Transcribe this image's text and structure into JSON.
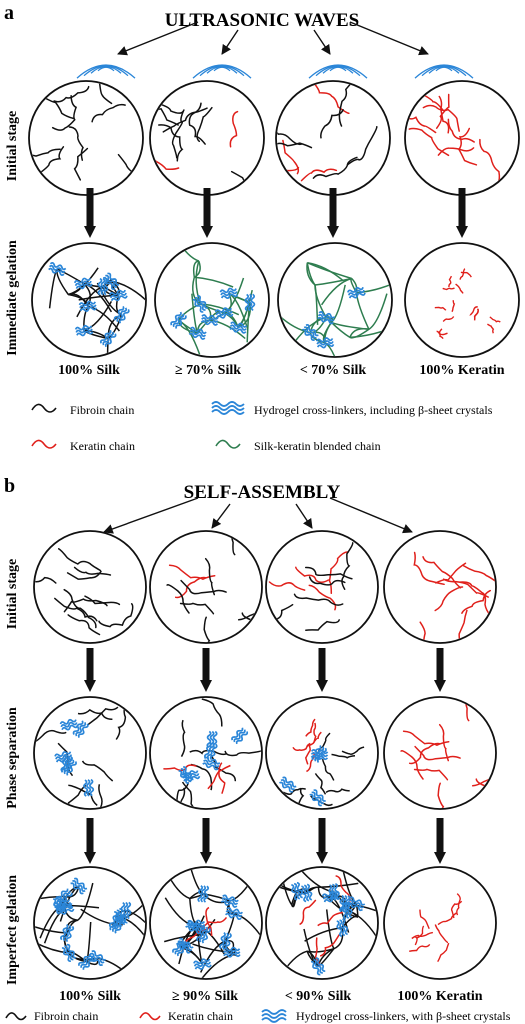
{
  "panel_a": {
    "letter": "a",
    "title": "ULTRASONIC WAVES",
    "row_labels": [
      "Initial stage",
      "Immediate  gelation"
    ],
    "columns": [
      {
        "label": "100% Silk",
        "red_chains": 0,
        "gel": "silk"
      },
      {
        "label": "≥ 70% Silk",
        "red_chains": 2,
        "gel": "blend-dense"
      },
      {
        "label": "< 70% Silk",
        "red_chains": 4,
        "gel": "blend-sparse"
      },
      {
        "label": "100% Keratin",
        "red_chains": 10,
        "gel": "keratin-tangles"
      }
    ],
    "legend": [
      {
        "text": "Fibroin chain",
        "icon": "black-wave"
      },
      {
        "text": "Hydrogel cross-linkers, including β-sheet crystals",
        "icon": "blue-crosslinker"
      },
      {
        "text": "Keratin chain",
        "icon": "red-wave"
      },
      {
        "text": "Silk-keratin blended chain",
        "icon": "green-wave"
      }
    ]
  },
  "panel_b": {
    "letter": "b",
    "title": "SELF-ASSEMBLY",
    "row_labels": [
      "Initial stage",
      "Phase separation",
      "Imperfect gelation"
    ],
    "columns": [
      {
        "label": "100% Silk",
        "red_chains": 0
      },
      {
        "label": "≥ 90% Silk",
        "red_chains": 2
      },
      {
        "label": "< 90% Silk",
        "red_chains": 4
      },
      {
        "label": "100% Keratin",
        "red_chains": 10
      }
    ],
    "legend": [
      {
        "text": "Fibroin chain",
        "icon": "black-wave"
      },
      {
        "text": "Keratin chain",
        "icon": "red-wave"
      },
      {
        "text": "Hydrogel cross-linkers, with β-sheet crystals",
        "icon": "blue-crosslinker"
      }
    ]
  },
  "colors": {
    "fibroin": "#111111",
    "keratin": "#e0201b",
    "blend": "#2e7d4f",
    "crosslinker": "#2b86d8"
  }
}
